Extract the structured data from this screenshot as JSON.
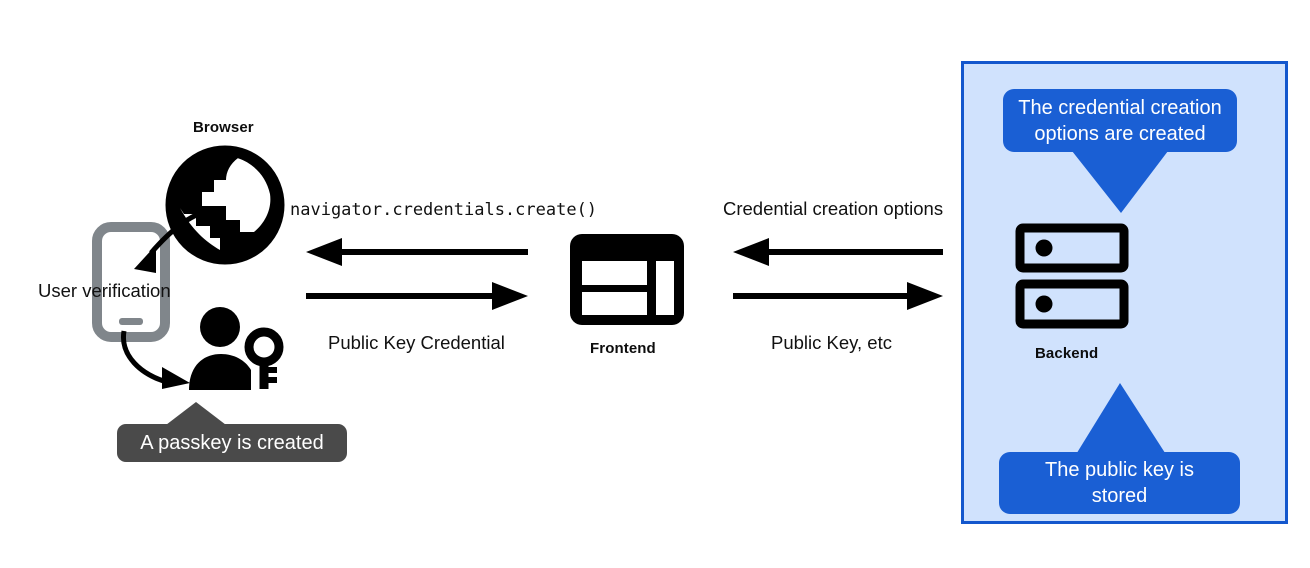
{
  "diagram": {
    "title": "WebAuthn passkey registration flow",
    "colors": {
      "backend_panel_bg": "#d0e2fd",
      "backend_panel_border": "#1357cd",
      "callout_blue": "#1a5fd4",
      "tooltip_gray": "#4a4a4a",
      "icon_black": "#000000",
      "phone_gray": "#80868b",
      "text_black": "#111111",
      "callout_text": "#ffffff"
    },
    "client": {
      "browser_label": "Browser",
      "browser_icon": "globe-icon",
      "phone_icon": "smartphone-icon",
      "user_verification_label": "User verification",
      "user_key_icon": "person-with-key-icon",
      "passkey_tooltip": "A passkey is created",
      "arrow_browser_to_phone": "curved-arrow-icon",
      "arrow_phone_to_user": "curved-arrow-icon"
    },
    "frontend": {
      "label": "Frontend",
      "icon": "web-layout-icon"
    },
    "backend": {
      "label": "Backend",
      "icon": "server-rack-icon",
      "callout_top": "The credential creation\noptions are created",
      "callout_bottom": "The public key is\nstored"
    },
    "flows": {
      "left": {
        "top_label": "navigator.credentials.create()",
        "top_direction": "left",
        "bottom_label": "Public Key Credential",
        "bottom_direction": "right"
      },
      "right": {
        "top_label": "Credential creation options",
        "top_direction": "left",
        "bottom_label": "Public Key, etc",
        "bottom_direction": "right"
      }
    }
  }
}
